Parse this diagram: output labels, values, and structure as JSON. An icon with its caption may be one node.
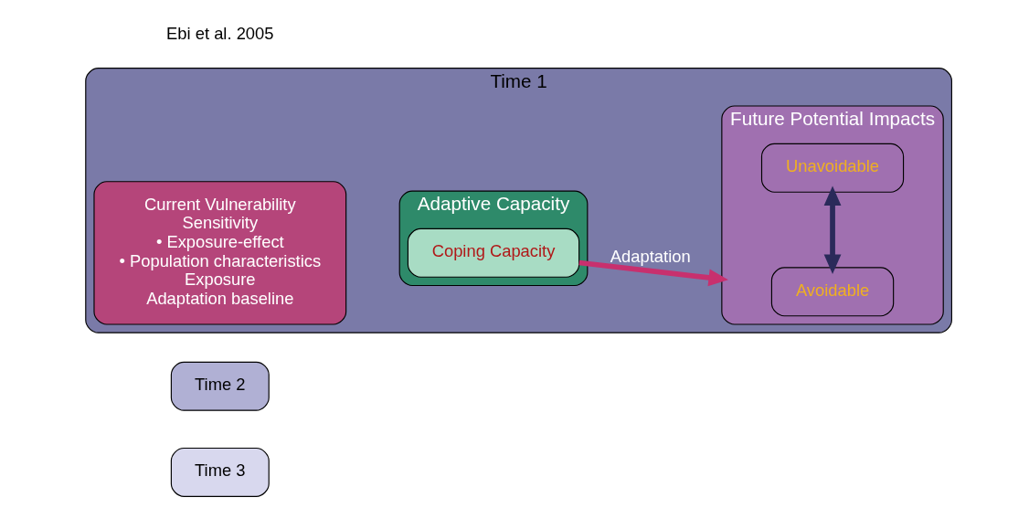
{
  "diagram": {
    "nodes": [
      {
        "text": [
          "Time 3"
        ]
      },
      {
        "text": [
          "Time 2"
        ]
      },
      {
        "text": [
          "Time 1"
        ]
      },
      {
        "text": [
          "Current Vulnerability",
          "Sensitivity",
          "• Exposure-effect",
          "• Population characteristics",
          "Exposure",
          "Adaptation baseline"
        ],
        "in": 2
      },
      {
        "text": [
          "Adaptive Capacity"
        ],
        "in": 2
      },
      {
        "text": [
          "Coping Capacity"
        ],
        "in": 4
      },
      {
        "text": [
          "Future Potential Impacts"
        ],
        "in": 2
      },
      {
        "text": [
          "Avoidable"
        ],
        "in": 6
      },
      {
        "text": [
          "Unavoidable"
        ],
        "in": 6
      }
    ],
    "edges": [
      {
        "from": 5,
        "to": 6,
        "arrow": "to",
        "label": "Adaptation",
        "color": "#c8306e"
      },
      {
        "from": 7,
        "to": 8,
        "arrow": "both",
        "color": "#2a2a5a"
      }
    ],
    "labels": [
      "Ebi et al. 2005"
    ]
  }
}
